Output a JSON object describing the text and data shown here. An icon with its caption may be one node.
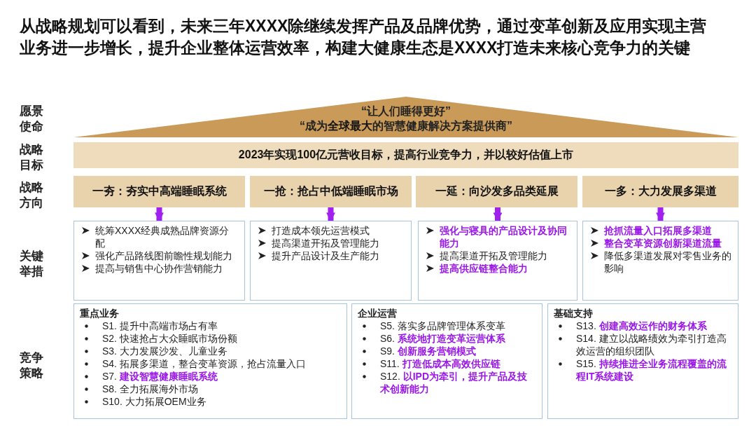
{
  "diagram": {
    "title": "从战略规划可以看到，未来三年XXXX除继续发挥产品及品牌优势，通过变革创新及应用实现主营业务进一步增长，提升企业整体运营效率，构建大健康生态是XXXX打造未来核心竞争力的关键",
    "nodes": [
      {
        "text": [
          "“让人们睡得更好”",
          "“成为**全球最大**的智慧健康解决方案提供商”"
        ]
      },
      {
        "text": [
          "2023年实现100亿元营收目标，提高行业竞争力，并以较好估值上市"
        ]
      },
      {
        "text": [
          "一夯：夯实中高端睡眠系统"
        ]
      },
      {
        "text": [
          "一抢：抢占中低端睡眠市场"
        ]
      },
      {
        "text": [
          "一延：向沙发多品类延展"
        ]
      },
      {
        "text": [
          "一多：大力发展多渠道"
        ]
      },
      {
        "text": [
          "统筹XXXX经典成熟品牌资源分配",
          "强化产品路线图前瞻性规划能力",
          "提高与销售中心协作营销能力"
        ]
      },
      {
        "text": [
          "打造成本领先运营模式",
          "提高渠道开拓及管理能力",
          "提升产品设计及生产能力"
        ]
      },
      {
        "text": [
          "**强化与寝具的产品设计及协同能力**",
          "提高渠道开拓及管理能力",
          "**提高供应链整合能力**"
        ]
      },
      {
        "text": [
          "**抢抓流量入口拓展多渠道**",
          "**整合变革资源创新渠道流量**",
          "降低多渠道发展对零售业务的影响"
        ]
      },
      {
        "text": [
          "重点业务",
          "S1. 提升中高端市场占有率",
          "S2. 快速抢占大众睡眠市场份额",
          "S3. 大力发展沙发、儿童业务",
          "S4. 拓展多渠道，整合变革资源，抢占流量入口",
          "S7. **建设智慧健康睡眠系统**",
          "S8. 全力拓展海外市场",
          "S10. 大力拓展OEM业务"
        ]
      },
      {
        "text": [
          "企业运营",
          "S5. 落实多品牌管理体系变革",
          "S6. **系统地打造变革运营体系**",
          "S9. **创新服务营销模式**",
          "S11. **打造低成本高效供应链**",
          "S12. **以IPD为牵引，提升产品及技术创新能力**"
        ]
      },
      {
        "text": [
          "基础支持",
          "S13. **创建高效运作的财务体系**",
          "S14.  建立以战略绩效为牵引打造高效运营的组织团队",
          "S15. **持续推进全业务流程覆盖的流程IT系统建设**"
        ]
      }
    ],
    "edges": [
      {
        "from": 2,
        "to": 6,
        "arrow": "to"
      },
      {
        "from": 3,
        "to": 7,
        "arrow": "to"
      },
      {
        "from": 4,
        "to": 8,
        "arrow": "to"
      },
      {
        "from": 5,
        "to": 9,
        "arrow": "to"
      }
    ],
    "labels": [
      "愿景使命",
      "战略目标",
      "战略方向",
      "关键举措",
      "竞争策略"
    ]
  }
}
